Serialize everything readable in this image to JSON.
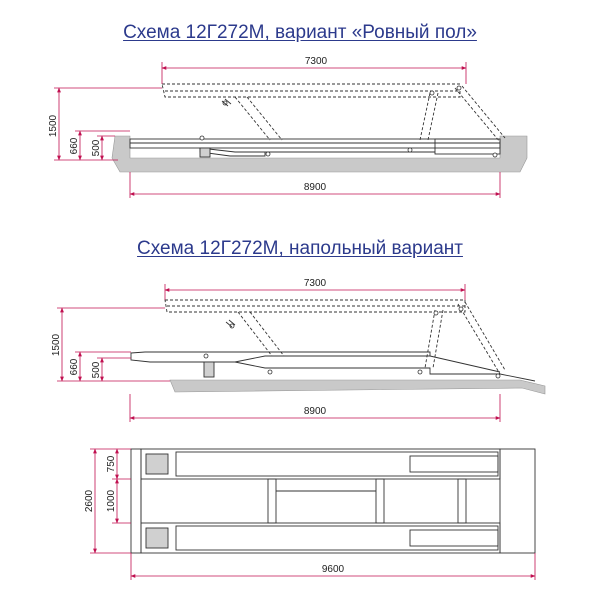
{
  "colors": {
    "title": "#2c3a8c",
    "dimension": "#c01050",
    "ground": "#c9c9c9",
    "line": "#333333",
    "foot": "#d0d0d0"
  },
  "schemes": {
    "flat_floor": {
      "title": "Схема 12Г272М, вариант «Ровный пол»",
      "dim_top": "7300",
      "dim_bottom": "8900",
      "dim_height_total": "1500",
      "dim_height_mid": "660",
      "dim_height_low": "500"
    },
    "floor_mounted": {
      "title": "Схема 12Г272М, напольный вариант",
      "dim_top": "7300",
      "dim_bottom": "8900",
      "dim_height_total": "1500",
      "dim_height_mid": "660",
      "dim_height_low": "500"
    },
    "plan_view": {
      "dim_width_total": "2600",
      "dim_track": "750",
      "dim_gap": "1000",
      "dim_length": "9600"
    }
  }
}
